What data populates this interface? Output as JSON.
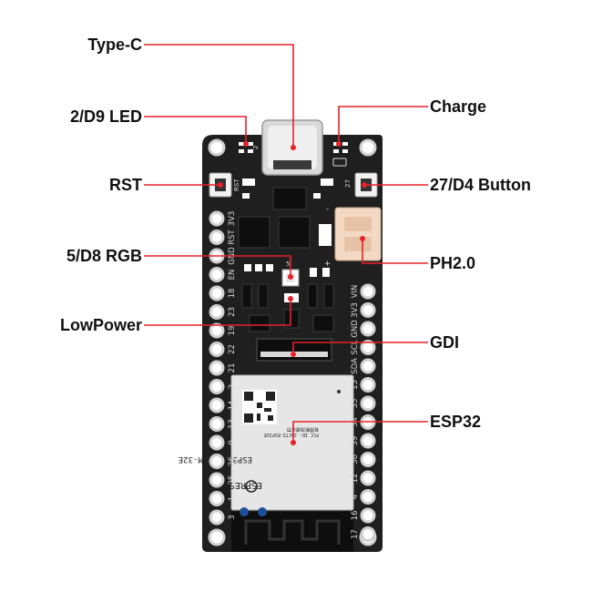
{
  "colors": {
    "board": "#1f1f1f",
    "pad": "#ffffff",
    "pad_ring": "#cfcfcf",
    "callout": "#e8202a",
    "module_shield": "#e6e6e6",
    "antenna": "#0e0e0e",
    "connector": "#f3d9c4",
    "usb": "#d9d9d9"
  },
  "callouts": [
    {
      "id": "type-c",
      "label": "Type-C"
    },
    {
      "id": "led",
      "label": "2/D9 LED"
    },
    {
      "id": "rst",
      "label": "RST"
    },
    {
      "id": "rgb",
      "label": "5/D8 RGB"
    },
    {
      "id": "lowpower",
      "label": "LowPower"
    },
    {
      "id": "charge",
      "label": "Charge"
    },
    {
      "id": "button",
      "label": "27/D4 Button"
    },
    {
      "id": "ph20",
      "label": "PH2.0"
    },
    {
      "id": "gdi",
      "label": "GDI"
    },
    {
      "id": "esp32",
      "label": "ESP32"
    }
  ],
  "board": {
    "silk_led": "2",
    "silk_rst": "RST",
    "silk_button": "27",
    "silk_plus": "+",
    "silk_minus": "-",
    "silk_rgb": "5",
    "left_pins": [
      "3V3",
      "RST",
      "GND",
      "EN",
      "18",
      "23",
      "19",
      "22",
      "21",
      "2",
      "14",
      "13",
      "0",
      "26",
      "25",
      "1",
      "3"
    ],
    "right_pins": [
      "VIN",
      "3V3",
      "GND",
      "SCL",
      "SDA",
      "15",
      "35",
      "34",
      "39",
      "36",
      "12",
      "4",
      "16",
      "17"
    ],
    "module_name": "ESP32-WROOM-32E",
    "module_brand": "ESPRESSIF",
    "module_small": "有限新加坡公司",
    "module_small2": "FCC ID: 2AC7Z-ESP32E"
  }
}
